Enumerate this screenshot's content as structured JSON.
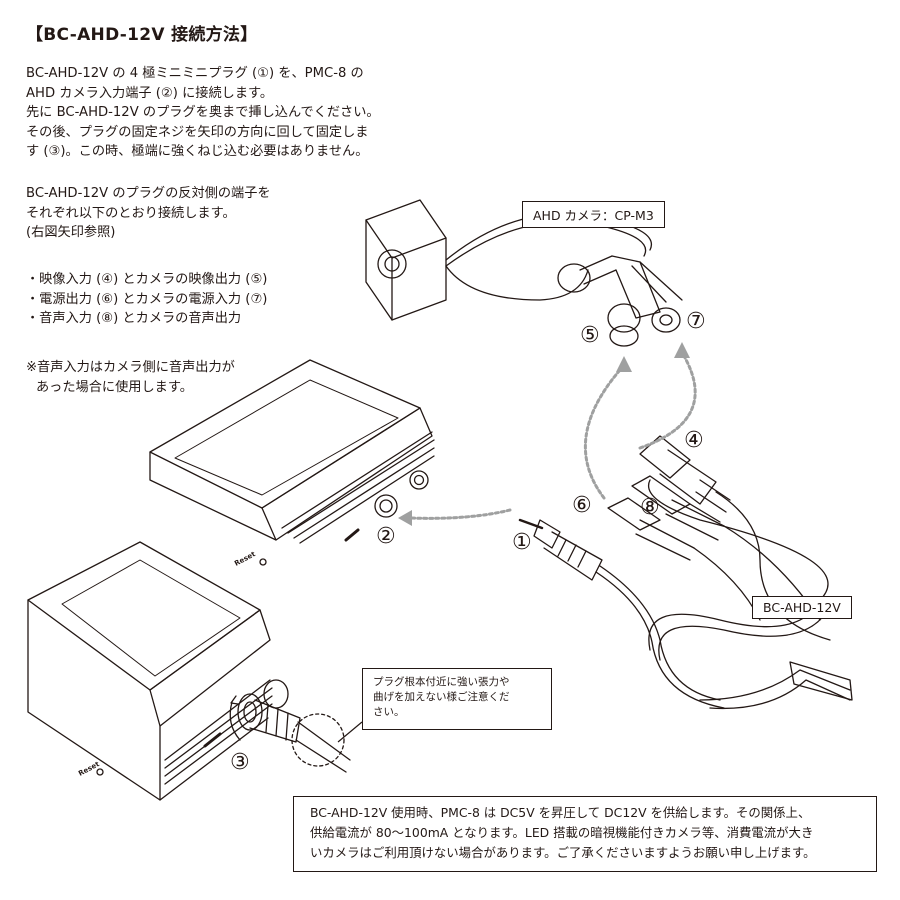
{
  "title": "【BC-AHD-12V 接続方法】",
  "intro": [
    "BC-AHD-12V の 4 極ミニミニプラグ (①) を、PMC-8 の",
    "AHD カメラ入力端子 (②) に接続します。",
    "先に BC-AHD-12V のプラグを奥まで挿し込んでください。",
    "その後、プラグの固定ネジを矢印の方向に回して固定しま",
    "す (③)。この時、極端に強くねじ込む必要はありません。"
  ],
  "connect": [
    "BC-AHD-12V のプラグの反対側の端子を",
    "それぞれ以下のとおり接続します。",
    "(右図矢印参照)"
  ],
  "bullets": [
    "・映像入力 (④) とカメラの映像出力 (⑤)",
    "・電源出力 (⑥) とカメラの電源入力 (⑦)",
    "・音声入力 (⑧) とカメラの音声出力"
  ],
  "audio_note": [
    "※音声入力はカメラ側に音声出力が",
    "あった場合に使用します。"
  ],
  "labels": {
    "camera": "AHD カメラ：CP-M3",
    "cable": "BC-AHD-12V",
    "reset": "Reset"
  },
  "markers": {
    "m1": "①",
    "m2": "②",
    "m3": "③",
    "m4": "④",
    "m5": "⑤",
    "m6": "⑥",
    "m7": "⑦",
    "m8": "⑧"
  },
  "callout": [
    "プラグ根本付近に強い張力や",
    "曲げを加えない様ご注意くだ",
    "さい。"
  ],
  "notice": [
    "BC-AHD-12V 使用時、PMC-8 は DC5V を昇圧して DC12V を供給します。その関係上、",
    "供給電流が 80～100mA となります。LED 搭載の暗視機能付きカメラ等、消費電流が大き",
    "いカメラはご利用頂けない場合があります。ご了承くださいますようお願い申し上げます。"
  ]
}
